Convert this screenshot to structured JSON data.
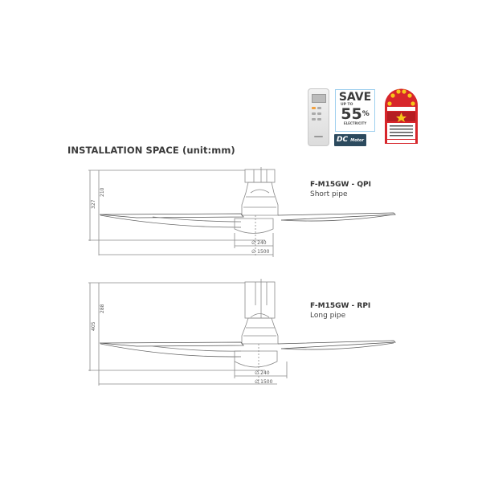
{
  "header": {
    "title": "INSTALLATION SPACE (unit:mm)"
  },
  "badges": {
    "remote_icon": "remote-control-icon",
    "save": {
      "big": "SAVE",
      "upto": "UP TO",
      "percent": "55",
      "percent_sign": "%",
      "sub": "ELECTRICITY"
    },
    "dc_motor": {
      "dc": "DC",
      "motor": "Motor"
    },
    "energy_rating": {
      "icon": "energy-star-rating-icon",
      "stars": 6,
      "colors": {
        "red": "#d7262b",
        "star": "#f6c61a"
      }
    }
  },
  "diagrams": [
    {
      "model": "F-M15GW - QPI",
      "pipe": "Short pipe",
      "dims": {
        "total_height": "327",
        "pipe_height": "210",
        "body_dia": "∅ 240",
        "blade_dia": "∅ 1500"
      }
    },
    {
      "model": "F-M15GW - RPI",
      "pipe": "Long pipe",
      "dims": {
        "total_height": "405",
        "pipe_height": "288",
        "body_dia": "∅ 240",
        "blade_dia": "∅ 1500"
      }
    }
  ]
}
